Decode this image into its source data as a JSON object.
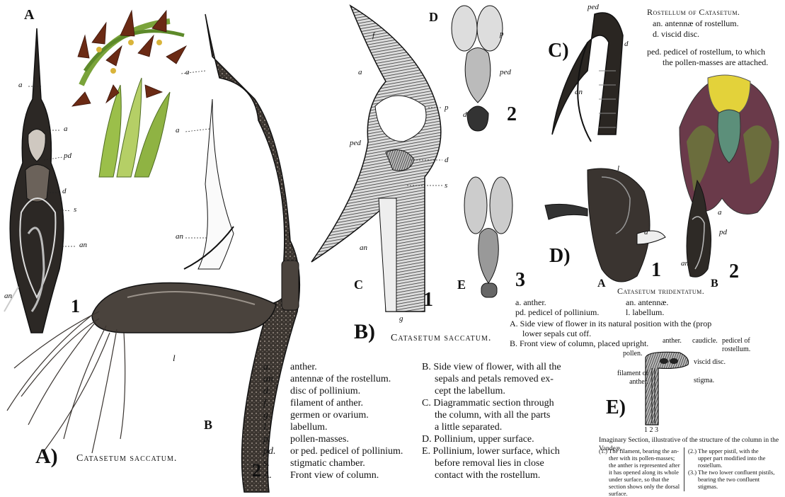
{
  "panelA": {
    "panel_label": "A)",
    "caption": "Catasetum saccatum.",
    "fig1_number": "1",
    "fig2_number": "2",
    "view_A": "A",
    "view_B": "B",
    "labels": {
      "a": "a",
      "pd": "pd",
      "d": "d",
      "s": "s",
      "an": "an",
      "l": "l"
    },
    "legend_left": [
      {
        "key": "a.",
        "text": "anther."
      },
      {
        "key": "an",
        "text": "antennæ of the rostellum."
      },
      {
        "key": "d.",
        "text": "disc of pollinium."
      },
      {
        "key": "f.",
        "text": "filament of anther."
      },
      {
        "key": "g.",
        "text": "germen or ovarium."
      },
      {
        "key": "l.",
        "text": "labellum."
      },
      {
        "key": "p.",
        "text": "pollen-masses."
      },
      {
        "key": "pd.",
        "text": "or ped. pedicel of pollinium."
      },
      {
        "key": "s.",
        "text": "stigmatic chamber."
      },
      {
        "key": "A.",
        "text": "Front view of column."
      }
    ],
    "legend_right": [
      "B. Side view of flower, with all the",
      "sepals and petals removed ex-",
      "cept the labellum.",
      "C. Diagrammatic section through",
      "the column, with all the parts",
      "a little separated.",
      "D. Pollinium, upper surface.",
      "E. Pollinium, lower surface, which",
      "before removal lies in close",
      "contact with the rostellum."
    ]
  },
  "panelB": {
    "panel_label": "B)",
    "caption": "Catasetum saccatum.",
    "C": "C",
    "D": "D",
    "E": "E",
    "n1": "1",
    "n2": "2",
    "n3": "3",
    "labels": {
      "f": "f",
      "a": "a",
      "ped": "ped",
      "p": "p",
      "d": "d",
      "s": "s",
      "an": "an",
      "g": "g",
      "p2": "p",
      "ped2": "ped",
      "d2": "d"
    }
  },
  "panelC": {
    "panel_label": "C)",
    "title": "Rostellum of Catasetum.",
    "lines": [
      "an. antennæ of rostellum.",
      "d. viscid disc.",
      "ped. pedicel of rostellum, to which",
      "the pollen-masses are attached."
    ],
    "labels": {
      "ped": "ped",
      "d": "d",
      "an": "an"
    }
  },
  "panelD": {
    "panel_label": "D)",
    "title": "Catasetum tridentatum.",
    "A": "A",
    "B": "B",
    "n1": "1",
    "n2": "2",
    "legend_keys": [
      "a. anther.",
      "pd. pedicel of pollinium."
    ],
    "legend_keys_right": [
      "an. antennæ.",
      "l. labellum."
    ],
    "legend_lines": [
      "A. Side view of flower in its natural position with the (prop",
      "lower sepals cut off.",
      "B. Front view of column, placed upright."
    ],
    "labels": {
      "l": "l",
      "a": "a",
      "pd": "pd",
      "an": "an",
      "a2": "a"
    }
  },
  "panelE": {
    "panel_label": "E)",
    "labels": {
      "anther": "anther.",
      "caudicle": "caudicle.",
      "pedicel": "pedicel of rostellum.",
      "pollen": "pollen.",
      "viscid": "viscid disc.",
      "filament": "filament of anther.",
      "stigma": "stigma.",
      "nums": "1 2 3"
    },
    "title": "Imaginary Section, illustrative of the structure of the column in the Vandeæ.",
    "notes_left": [
      "(1.) The filament, bearing the an-",
      "ther with its pollen-masses;",
      "the anther is represented after",
      "it has opened along its whole",
      "under surface, so that the",
      "section shows only the dorsal",
      "surface."
    ],
    "notes_right": [
      "(2.) The upper pistil, with the",
      "upper part modified into the",
      "rostellum.",
      "(3.) The two lower confluent pistils,",
      "bearing the two confluent",
      "stigmas."
    ]
  },
  "colors": {
    "ink": "#111111",
    "dark_fill": "#2a2622",
    "leaf_green": "#9bbf4a",
    "petal_brown": "#6b2a14",
    "flower_yellow": "#e3d23a",
    "flower_purple": "#6a3a4a"
  }
}
